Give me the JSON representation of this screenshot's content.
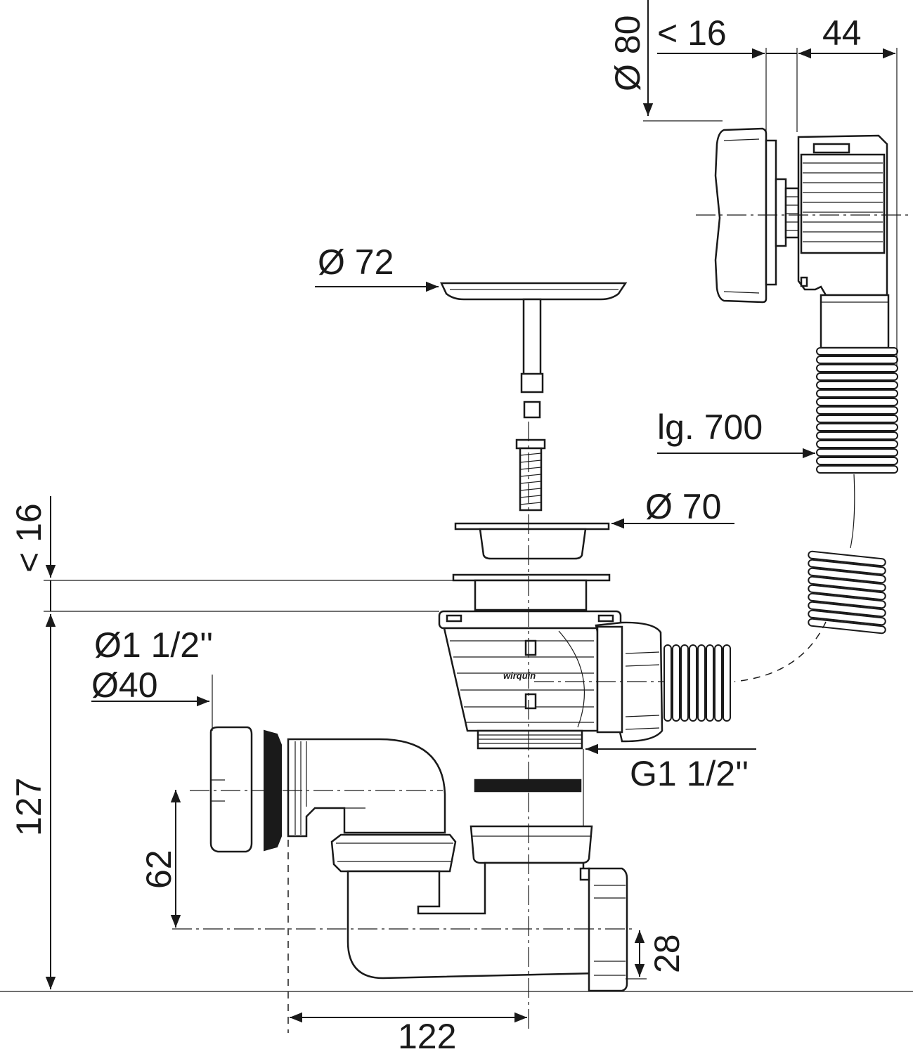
{
  "dimensions": {
    "d80": "Ø 80",
    "lt16_top": "< 16",
    "w44": "44",
    "d72": "Ø 72",
    "lg700": "lg. 700",
    "lt16_left": "< 16",
    "d70": "Ø 70",
    "d1_5in": "Ø1 1/2''",
    "d40": "Ø40",
    "h127": "127",
    "g1_5": "G1 1/2''",
    "h62": "62",
    "h28": "28",
    "w122": "122"
  },
  "brand": "wirquin",
  "colors": {
    "line": "#1a1a1a",
    "background": "#ffffff"
  }
}
